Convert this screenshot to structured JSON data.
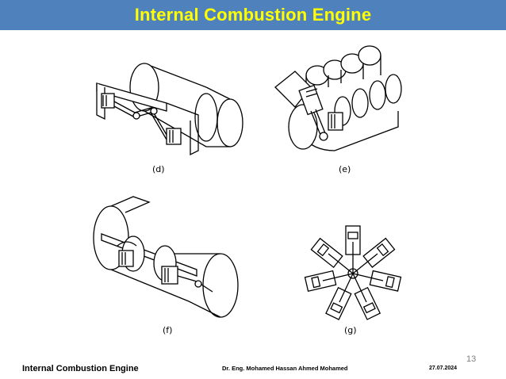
{
  "slide": {
    "title": "Internal Combustion Engine",
    "page_number": "13",
    "colors": {
      "title_bar": "#4f81bd",
      "title_text": "#ffff00"
    }
  },
  "figures": {
    "d": {
      "caption": "(d)"
    },
    "e": {
      "caption": "(e)"
    },
    "f": {
      "caption": "(f)"
    },
    "g": {
      "caption": "(g)"
    }
  },
  "footer": {
    "left": "Internal Combustion Engine",
    "center": "Dr. Eng. Mohamed Hassan Ahmed Mohamed",
    "date": "27.07.2024"
  }
}
